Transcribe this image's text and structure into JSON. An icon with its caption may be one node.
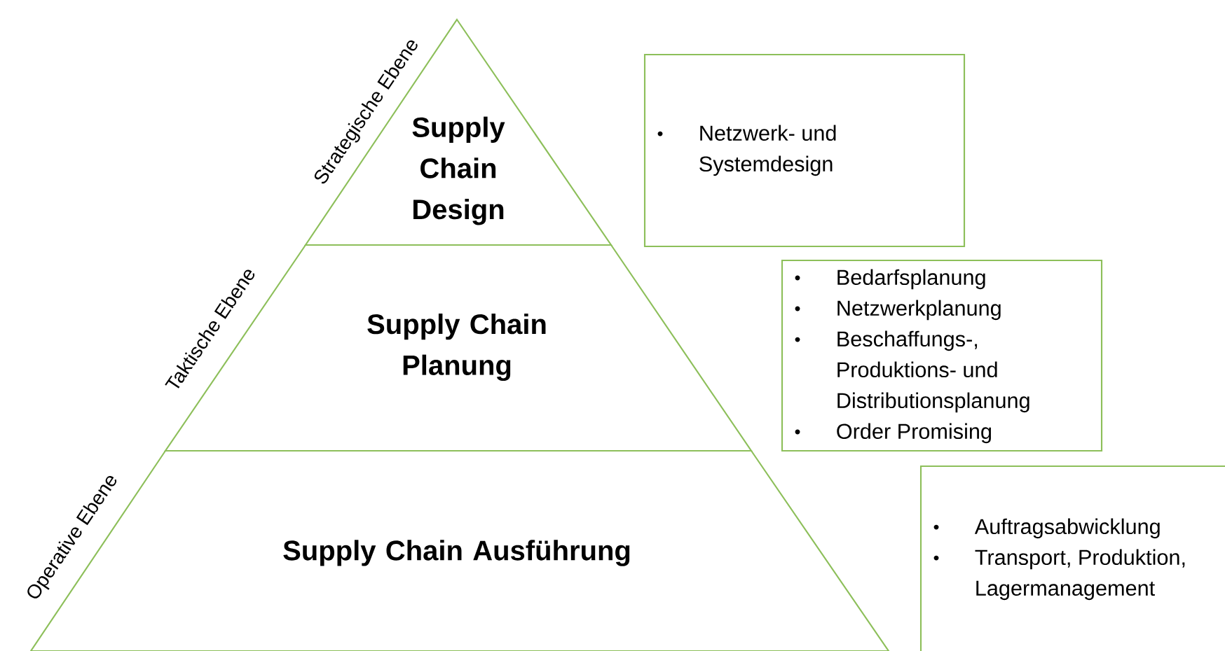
{
  "diagram": {
    "nodes": [
      {
        "text": [
          "Supply Chain Design"
        ]
      },
      {
        "text": [
          "Supply Chain Planung"
        ]
      },
      {
        "text": [
          "Supply Chain Ausführung"
        ]
      },
      {
        "text": [
          "Netzwerk- und Systemdesign"
        ]
      },
      {
        "text": [
          "Bedarfsplanung",
          "Netzwerkplanung",
          "Beschaffungs-, Produktions- und Distributionsplanung",
          "Order Promising"
        ]
      },
      {
        "text": [
          "Auftragsabwicklung",
          "Transport, Produktion, Lagermanagement"
        ]
      }
    ],
    "labels": [
      "Strategische Ebene",
      "Taktische Ebene",
      "Operative Ebene"
    ]
  }
}
